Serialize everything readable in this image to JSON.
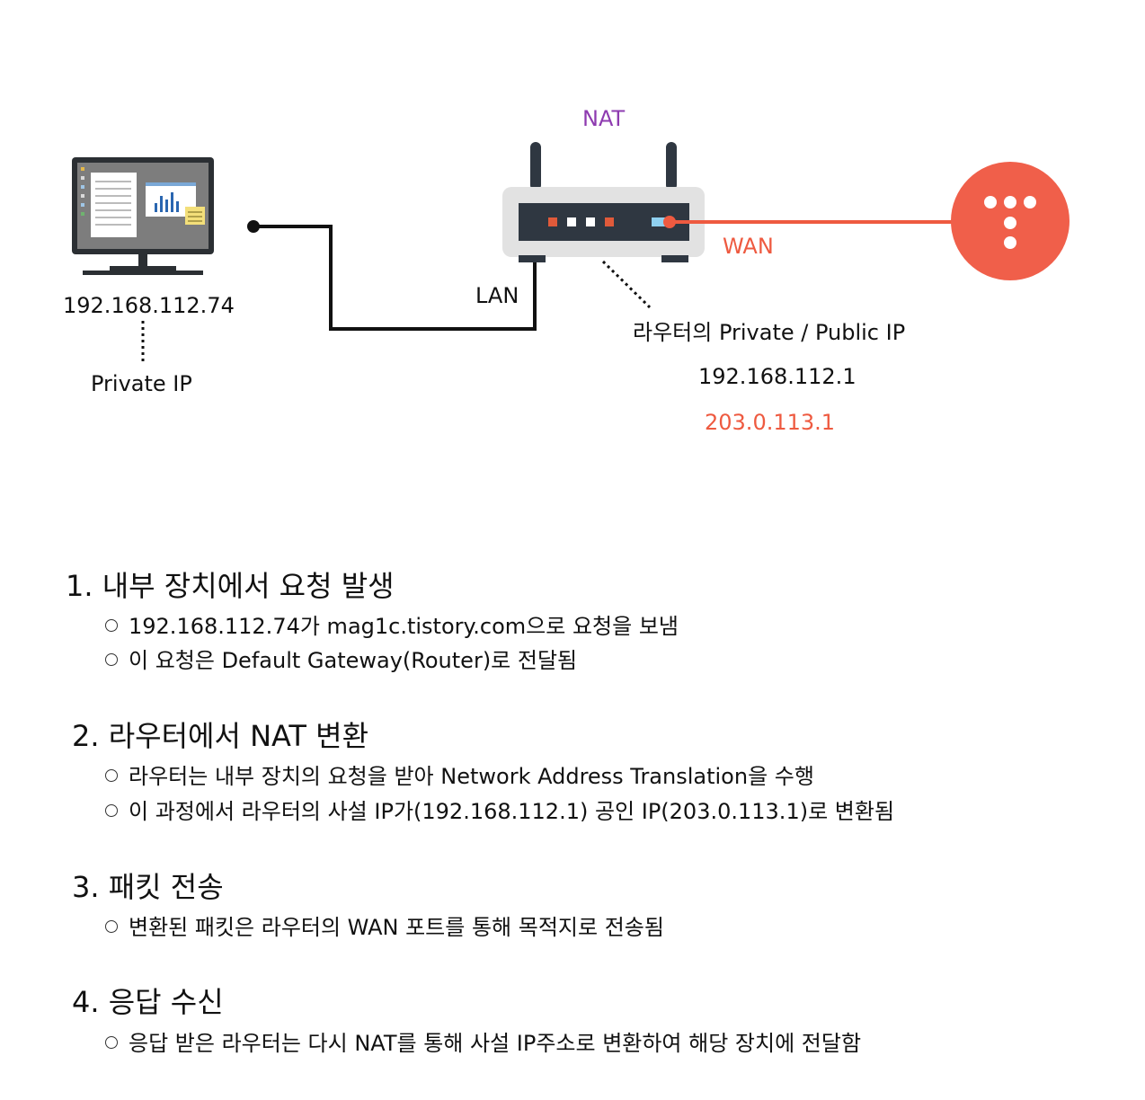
{
  "diagram": {
    "pc_ip": "192.168.112.74",
    "pc_ip_label": "Private IP",
    "router_label": "NAT",
    "lan_label": "LAN",
    "wan_label": "WAN",
    "router_ip_title": "라우터의 Private / Public IP",
    "router_private_ip": "192.168.112.1",
    "router_public_ip": "203.0.113.1",
    "colors": {
      "nat": "#8e3bb0",
      "wan": "#ee5a40",
      "internet": "#f05f4a",
      "cable": "#111111",
      "router_body": "#e2e2e2",
      "router_panel": "#2f3741"
    },
    "icons": [
      "monitor-icon",
      "router-icon",
      "internet-icon"
    ]
  },
  "steps": [
    {
      "title": "1. 내부 장치에서 요청 발생",
      "bullets": [
        "192.168.112.74가 mag1c.tistory.com으로 요청을 보냄",
        "이 요청은 Default Gateway(Router)로 전달됨"
      ]
    },
    {
      "title": "2. 라우터에서 NAT 변환",
      "bullets": [
        "라우터는 내부 장치의 요청을 받아 Network Address Translation을 수행",
        "이 과정에서 라우터의 사설 IP가(192.168.112.1) 공인 IP(203.0.113.1)로 변환됨"
      ]
    },
    {
      "title": "3. 패킷 전송",
      "bullets": [
        "변환된 패킷은 라우터의 WAN 포트를 통해 목적지로 전송됨"
      ]
    },
    {
      "title": "4. 응답 수신",
      "bullets": [
        "응답 받은 라우터는 다시 NAT를 통해 사설 IP주소로 변환하여 해당 장치에 전달함"
      ]
    }
  ]
}
